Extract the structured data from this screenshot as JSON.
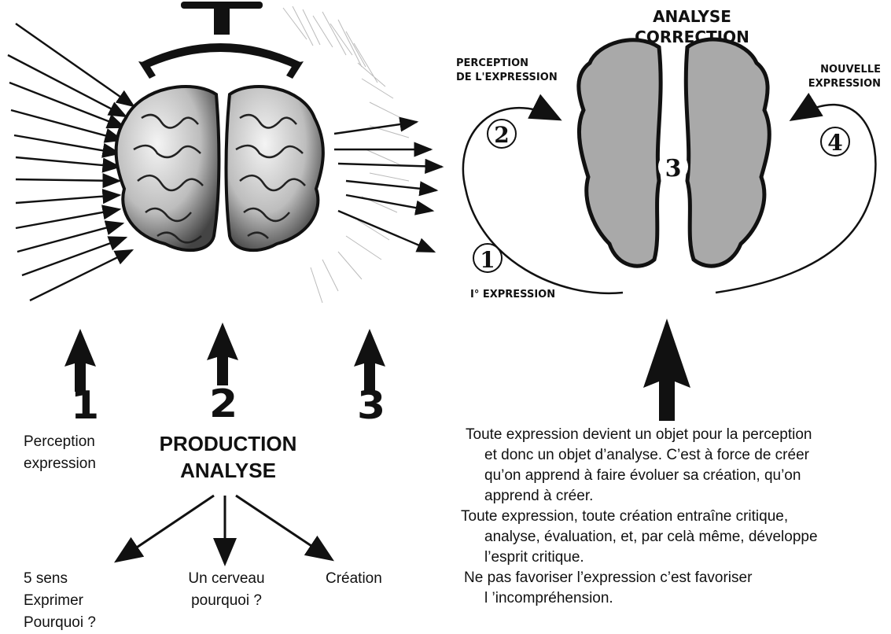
{
  "left_diagram": {
    "numbers": [
      "1",
      "2",
      "3"
    ],
    "perception_label": [
      "Perception",
      "expression"
    ],
    "production_title": [
      "PRODUCTION",
      "ANALYSE"
    ],
    "branches": [
      {
        "lines": [
          "5 sens",
          "Exprimer",
          "Pourquoi ?"
        ]
      },
      {
        "lines": [
          "Un cerveau",
          "pourquoi ?"
        ]
      },
      {
        "lines": [
          "Création"
        ]
      }
    ]
  },
  "right_diagram": {
    "top_label": [
      "ANALYSE",
      "CORRECTION"
    ],
    "perception_label": [
      "PERCEPTION",
      "DE L'EXPRESSION"
    ],
    "new_label": [
      "NOUVELLE",
      "EXPRESSION"
    ],
    "first_label": "I° EXPRESSION",
    "circle_numbers": [
      "1",
      "2",
      "3",
      "4"
    ]
  },
  "paragraphs": [
    {
      "first": "Toute expression devient un objet pour la perception",
      "rest": [
        "et donc un objet d’analyse. C’est à force de créer",
        "qu’on apprend à faire évoluer sa création, qu’on",
        "apprend à créer."
      ]
    },
    {
      "first": "Toute expression, toute création entraîne critique,",
      "rest": [
        "analyse, évaluation, et, par celà même, développe",
        "l’esprit critique."
      ]
    },
    {
      "first": "Ne pas favoriser l’expression c’est favoriser",
      "rest": [
        "l ’incompréhension."
      ]
    }
  ],
  "colors": {
    "ink": "#111111",
    "brain_gray": "#a9a9a9",
    "brain_light": "#e6e6e6"
  }
}
